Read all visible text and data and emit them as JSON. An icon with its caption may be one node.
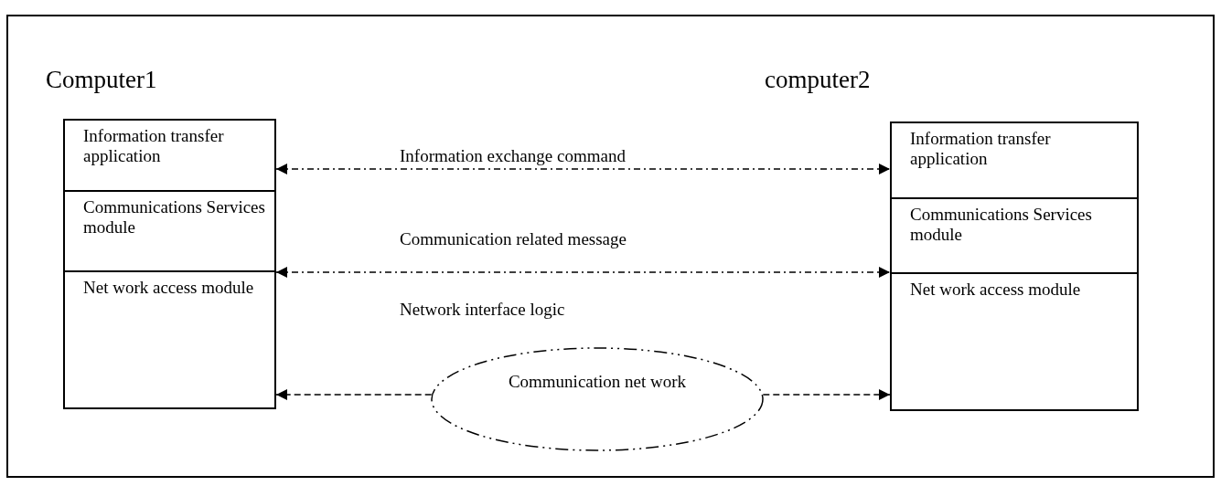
{
  "diagram": {
    "nodes": [
      {
        "text": [
          "Computer1"
        ]
      },
      {
        "text": [
          "Information transfer application"
        ],
        "in": 0
      },
      {
        "text": [
          "Communications Services module"
        ],
        "in": 0
      },
      {
        "text": [
          "Net work access module"
        ],
        "in": 0
      },
      {
        "text": [
          "computer2"
        ]
      },
      {
        "text": [
          "Information transfer application"
        ],
        "in": 4
      },
      {
        "text": [
          "Communications Services module"
        ],
        "in": 4
      },
      {
        "text": [
          "Net work access module"
        ],
        "in": 4
      },
      {
        "text": [
          "Communication net work"
        ]
      }
    ],
    "edges": [
      {
        "from": 1,
        "to": 5,
        "arrow": "both",
        "label": "Information exchange command",
        "style": "dashed"
      },
      {
        "from": 2,
        "to": 6,
        "arrow": "both",
        "label": "Communication related message",
        "style": "dashed"
      },
      {
        "from": 8,
        "to": 3,
        "arrow": "to",
        "style": "dashed"
      },
      {
        "from": 8,
        "to": 7,
        "arrow": "to",
        "style": "dashed"
      }
    ],
    "labels": [
      "Network interface logic"
    ]
  }
}
